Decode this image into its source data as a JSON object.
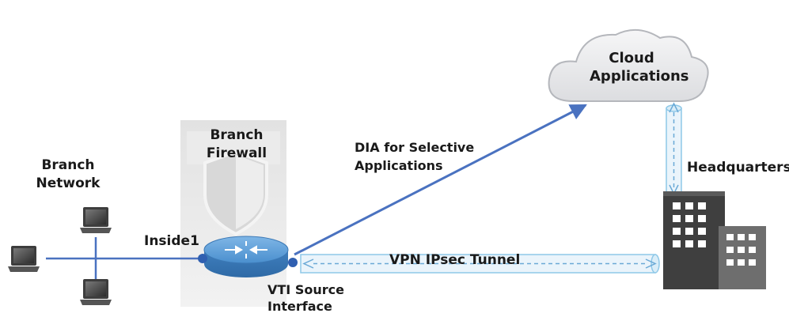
{
  "labels": {
    "cloud": [
      "Cloud",
      "Applications"
    ],
    "firewall": [
      "Branch",
      "Firewall"
    ],
    "branch_network": [
      "Branch",
      "Network"
    ],
    "inside_interface": "Inside1",
    "dia": [
      "DIA for Selective",
      "Applications"
    ],
    "headquarters": "Headquarters",
    "vpn_tunnel": "VPN IPsec Tunnel",
    "vti": [
      "VTI Source",
      "Interface"
    ]
  },
  "colors": {
    "link_line": "#4a72c0",
    "tunnel_fill": "#eaf4fb",
    "tunnel_edge": "#8ec8e8",
    "router_blue": "#4f94d4",
    "building_dark": "#4a4a4a",
    "building_light": "#6e6e6e",
    "cloud_fill": "#e9eaec",
    "firewall_shadow": "#ededed"
  },
  "icons": {
    "laptops": [
      "laptop-icon",
      "laptop-icon",
      "laptop-icon"
    ],
    "router": "router-icon",
    "cloud": "cloud-icon",
    "building": "building-icon",
    "firewall": "firewall-shield-icon"
  }
}
